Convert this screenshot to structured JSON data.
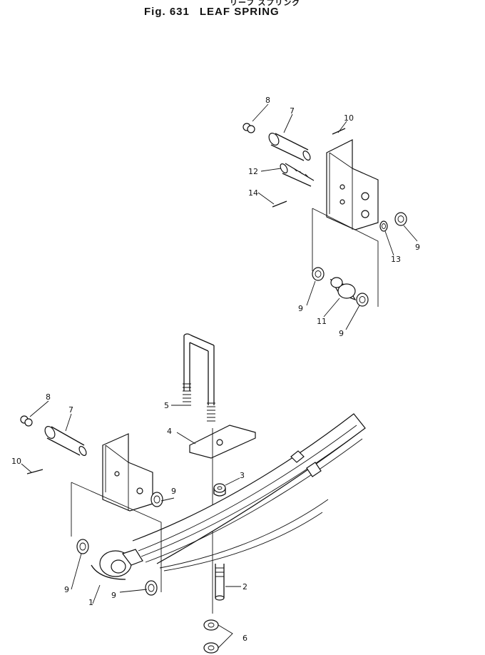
{
  "figure": {
    "title_jp": "リーフ スプリング",
    "fig_label": "Fig. 631",
    "title_en": "LEAF SPRING"
  },
  "callouts": {
    "upper": {
      "c8": "8",
      "c7": "7",
      "c10": "10",
      "c12": "12",
      "c14": "14",
      "c9a": "9",
      "c13": "13",
      "c9b": "9",
      "c11": "11",
      "c9c": "9"
    },
    "lower": {
      "c8": "8",
      "c7": "7",
      "c10": "10",
      "c9a": "9",
      "c5": "5",
      "c4": "4",
      "c3": "3",
      "c9b": "9",
      "c9c": "9",
      "c1": "1",
      "c2": "2",
      "c6": "6"
    }
  }
}
